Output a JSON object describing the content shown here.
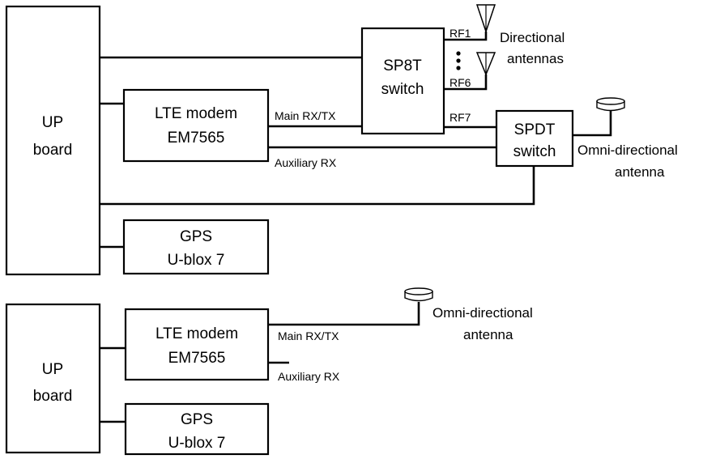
{
  "top": {
    "up_board": [
      "UP",
      "board"
    ],
    "lte_modem": [
      "LTE modem",
      "EM7565"
    ],
    "gps": [
      "GPS",
      "U-blox 7"
    ],
    "sp8t": [
      "SP8T",
      "switch"
    ],
    "spdt": [
      "SPDT",
      "switch"
    ],
    "main_rx_tx": "Main RX/TX",
    "auxiliary_rx": "Auxiliary RX",
    "rf1": "RF1",
    "rf6": "RF6",
    "rf7": "RF7",
    "directional_antennas": [
      "Directional",
      "antennas"
    ],
    "omni_antenna": [
      "Omni-directional",
      "antenna"
    ]
  },
  "bottom": {
    "up_board": [
      "UP",
      "board"
    ],
    "lte_modem": [
      "LTE modem",
      "EM7565"
    ],
    "gps": [
      "GPS",
      "U-blox 7"
    ],
    "main_rx_tx": "Main RX/TX",
    "auxiliary_rx": "Auxiliary RX",
    "omni_antenna": [
      "Omni-directional",
      "antenna"
    ]
  }
}
